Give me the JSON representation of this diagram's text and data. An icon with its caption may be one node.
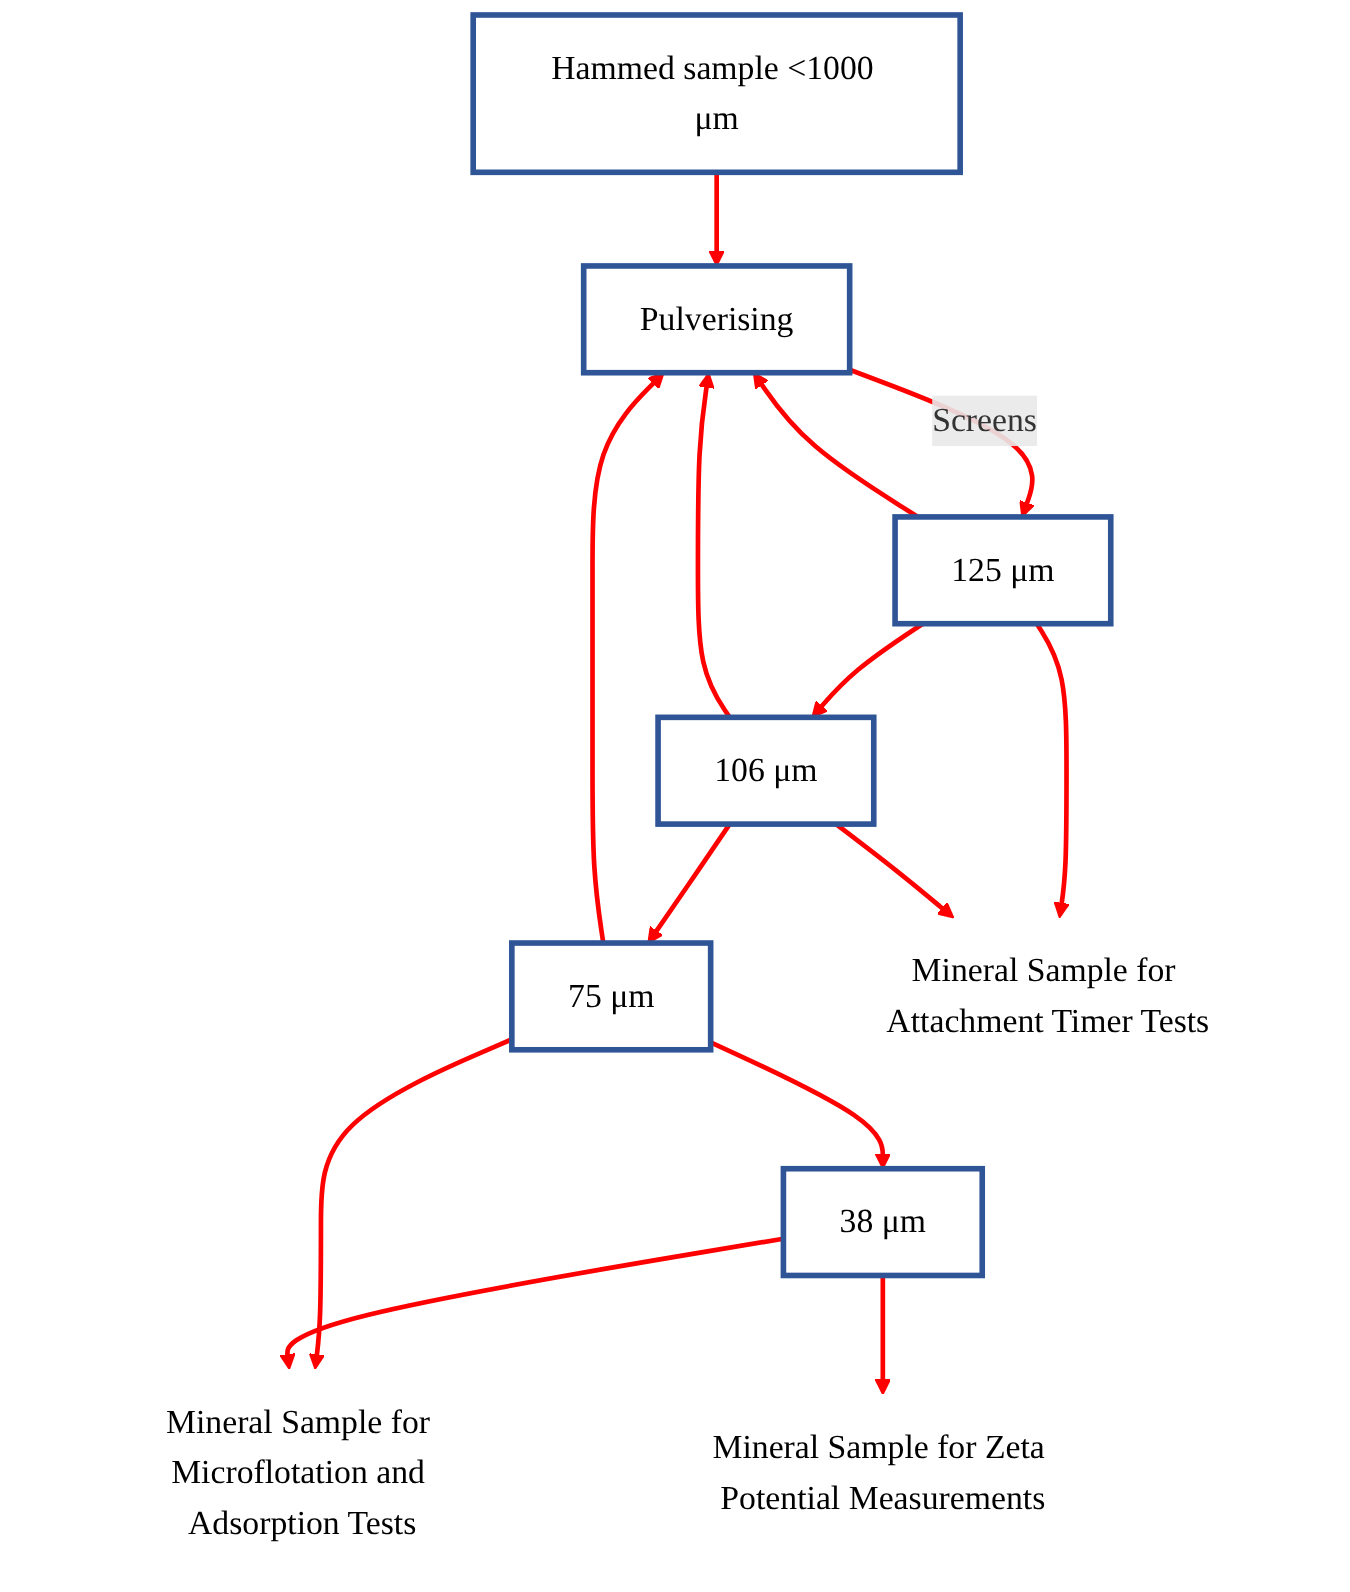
{
  "diagram": {
    "nodes": [
      {
        "text": [
          "Hammed sample <1000 μm"
        ]
      },
      {
        "text": [
          "Pulverising"
        ]
      },
      {
        "text": [
          "125 μm"
        ]
      },
      {
        "text": [
          "106 μm"
        ]
      },
      {
        "text": [
          "75 μm"
        ]
      },
      {
        "text": [
          "38 μm"
        ]
      },
      {
        "text": [
          "Mineral Sample for Attachment Timer Tests"
        ]
      },
      {
        "text": [
          "Mineral Sample for Microflotation and Adsorption Tests"
        ]
      },
      {
        "text": [
          "Mineral Sample for Zeta Potential Measurements"
        ]
      }
    ],
    "edges": [
      {
        "from": 0,
        "to": 1,
        "arrow": "to"
      },
      {
        "from": 1,
        "to": 2,
        "arrow": "to",
        "label": "Screens"
      },
      {
        "from": 2,
        "to": 1,
        "arrow": "to"
      },
      {
        "from": 2,
        "to": 3,
        "arrow": "to"
      },
      {
        "from": 3,
        "to": 4,
        "arrow": "to"
      },
      {
        "from": 4,
        "to": 5,
        "arrow": "to"
      },
      {
        "from": 3,
        "to": 1,
        "arrow": "to"
      },
      {
        "from": 4,
        "to": 1,
        "arrow": "to"
      },
      {
        "from": 2,
        "to": 6,
        "arrow": "to"
      },
      {
        "from": 3,
        "to": 6,
        "arrow": "to"
      },
      {
        "from": 4,
        "to": 7,
        "arrow": "to"
      },
      {
        "from": 5,
        "to": 7,
        "arrow": "to"
      },
      {
        "from": 5,
        "to": 8,
        "arrow": "to"
      }
    ]
  }
}
